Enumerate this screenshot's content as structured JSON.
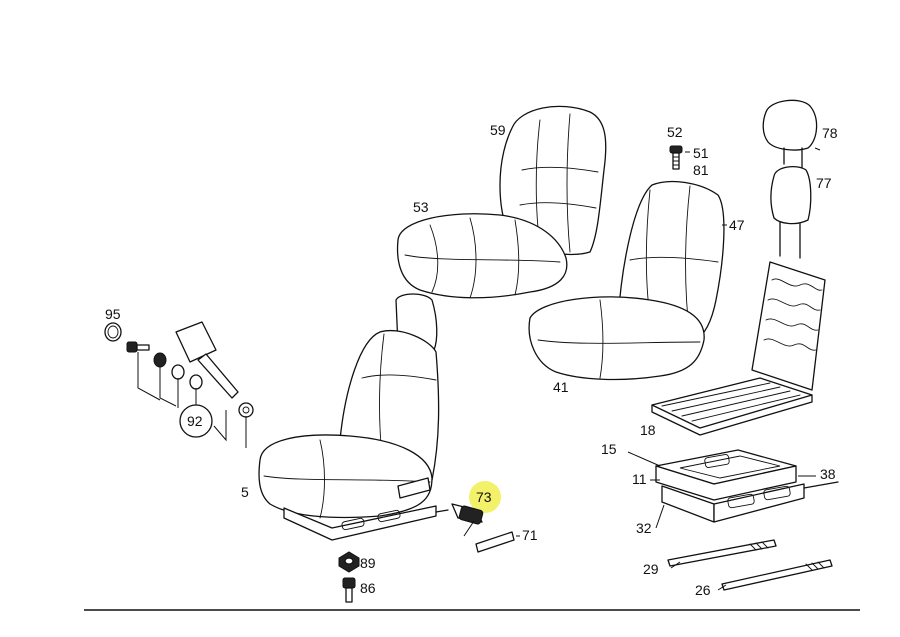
{
  "diagram": {
    "highlight_color": "#f3f06a",
    "line_color": "#111111",
    "callouts": [
      {
        "id": "n59",
        "label": "59"
      },
      {
        "id": "n53",
        "label": "53"
      },
      {
        "id": "n52",
        "label": "52"
      },
      {
        "id": "n51",
        "label": "51"
      },
      {
        "id": "n81",
        "label": "81"
      },
      {
        "id": "n47",
        "label": "47"
      },
      {
        "id": "n78",
        "label": "78"
      },
      {
        "id": "n77",
        "label": "77"
      },
      {
        "id": "n95",
        "label": "95"
      },
      {
        "id": "n92",
        "label": "92"
      },
      {
        "id": "n41",
        "label": "41"
      },
      {
        "id": "n18",
        "label": "18"
      },
      {
        "id": "n15",
        "label": "15"
      },
      {
        "id": "n11",
        "label": "11"
      },
      {
        "id": "n38",
        "label": "38"
      },
      {
        "id": "n5",
        "label": "5"
      },
      {
        "id": "n73",
        "label": "73"
      },
      {
        "id": "n71",
        "label": "71"
      },
      {
        "id": "n32",
        "label": "32"
      },
      {
        "id": "n89",
        "label": "89"
      },
      {
        "id": "n86",
        "label": "86"
      },
      {
        "id": "n29",
        "label": "29"
      },
      {
        "id": "n26",
        "label": "26"
      }
    ],
    "highlighted_callout": "73"
  }
}
